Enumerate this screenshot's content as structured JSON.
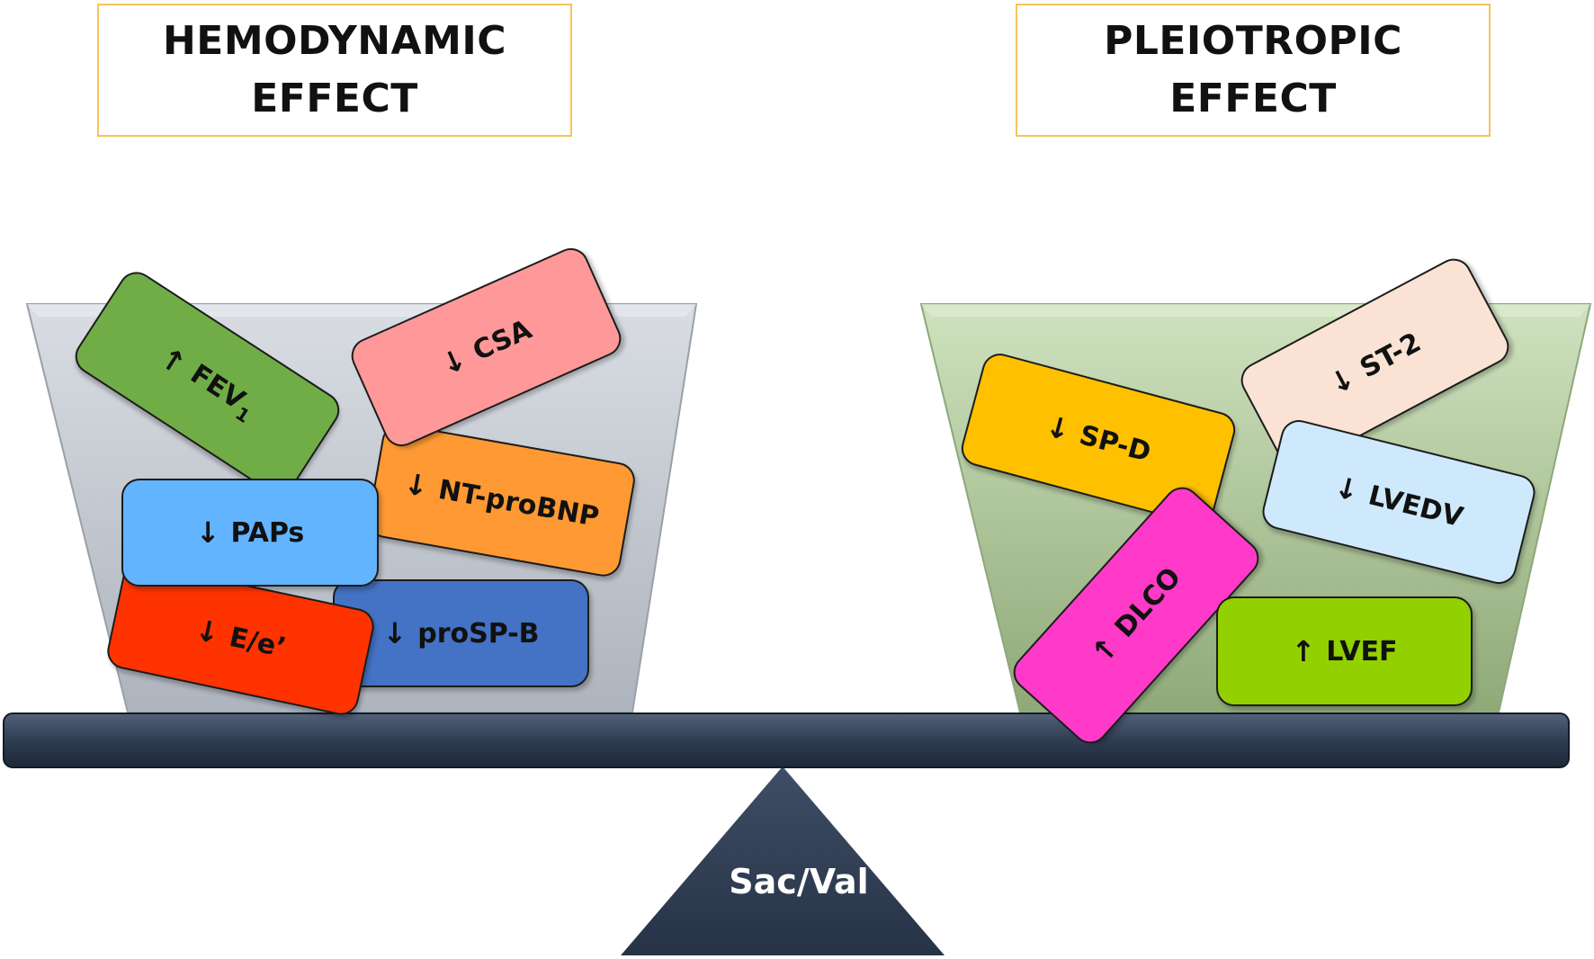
{
  "left_header": {
    "line1": "HEMODYNAMIC",
    "line2": "EFFECT"
  },
  "right_header": {
    "line1": "PLEIOTROPIC",
    "line2": "EFFECT"
  },
  "fulcrum_label": "Sac/Val",
  "arrow_up": "↑",
  "arrow_down": "↓",
  "left_items": {
    "fev1": {
      "direction": "up",
      "label": "FEV",
      "subscript": "1",
      "color": "#70ad47"
    },
    "csa": {
      "direction": "down",
      "label": "CSA",
      "color": "#ff9999"
    },
    "ntprobnp": {
      "direction": "down",
      "label": "NT-proBNP",
      "color": "#ff9933"
    },
    "paps": {
      "direction": "down",
      "label": "PAPs",
      "color": "#63b4ff"
    },
    "prospb": {
      "direction": "down",
      "label": "proSP-B",
      "color": "#4472c4"
    },
    "ee": {
      "direction": "down",
      "label": "E/e’",
      "color": "#ff3300"
    }
  },
  "right_items": {
    "st2": {
      "direction": "down",
      "label": "ST-2",
      "color": "#fae3d4"
    },
    "spd": {
      "direction": "down",
      "label": "SP-D",
      "color": "#ffc000"
    },
    "lvedv": {
      "direction": "down",
      "label": "LVEDV",
      "color": "#cde9fb"
    },
    "dlco": {
      "direction": "up",
      "label": "DLCO",
      "color": "#ff3ac8"
    },
    "lvef": {
      "direction": "up",
      "label": "LVEF",
      "color": "#92d000"
    }
  },
  "colors": {
    "beam": "#2f3d52",
    "fulcrum": "#2f3d52",
    "left_bucket": "#c4c9d0",
    "right_bucket": "#b3cf9e",
    "header_border": "#f4c55a"
  }
}
